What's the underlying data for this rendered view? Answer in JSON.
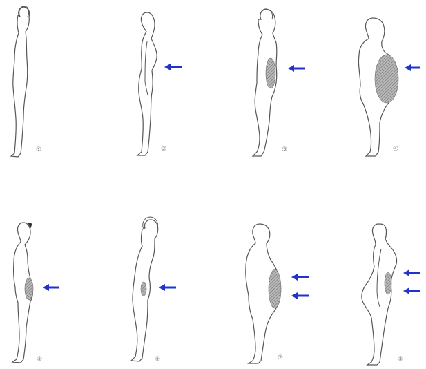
{
  "colors": {
    "background": "#ffffff",
    "outline": "#555555",
    "shading": "#8f8f8f",
    "arrow": "#2233cc",
    "label": "#777777"
  },
  "figures": [
    {
      "label": "①",
      "posture": "arms-raised",
      "shading": "none",
      "arrows": 0
    },
    {
      "label": "②",
      "posture": "arms-down",
      "shading": "none",
      "arrows": 1
    },
    {
      "label": "③",
      "posture": "arms-raised",
      "shading": "abdomen-small",
      "arrows": 1
    },
    {
      "label": "④",
      "posture": "arms-down",
      "shading": "abdomen-large",
      "arrows": 1
    },
    {
      "label": "⑤",
      "posture": "arms-down",
      "shading": "lower-abdomen",
      "arrows": 1
    },
    {
      "label": "⑥",
      "posture": "arms-raised",
      "shading": "lower-abdomen",
      "arrows": 1
    },
    {
      "label": "⑦",
      "posture": "arms-down",
      "shading": "abdomen-medium",
      "arrows": 2
    },
    {
      "label": "⑧",
      "posture": "arms-down",
      "shading": "abdomen-waist",
      "arrows": 2
    }
  ]
}
